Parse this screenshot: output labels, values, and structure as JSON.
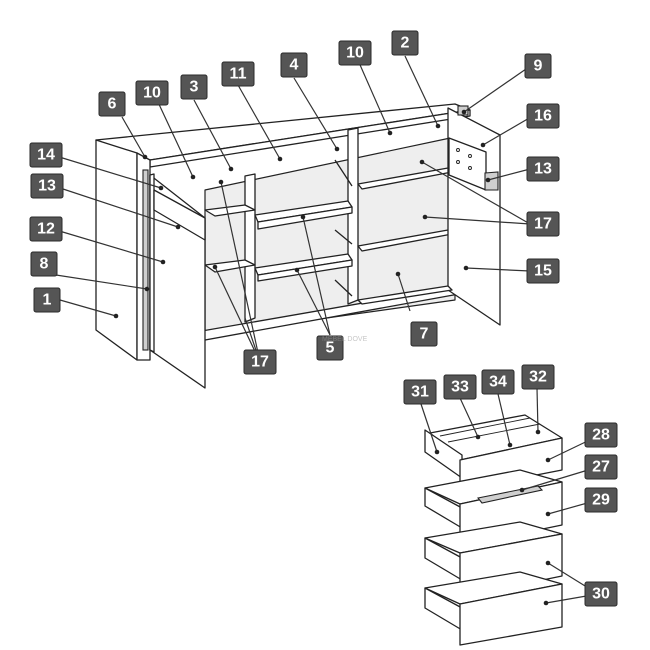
{
  "callouts": {
    "c1": "1",
    "c2": "2",
    "c3": "3",
    "c4": "4",
    "c5": "5",
    "c6": "6",
    "c7": "7",
    "c8": "8",
    "c9": "9",
    "c10a": "10",
    "c10b": "10",
    "c11": "11",
    "c12": "12",
    "c13a": "13",
    "c13b": "13",
    "c14": "14",
    "c15": "15",
    "c16": "16",
    "c17a": "17",
    "c17b": "17",
    "c27": "27",
    "c28": "28",
    "c29": "29",
    "c30": "30",
    "c31": "31",
    "c32": "32",
    "c33": "33",
    "c34": "34"
  },
  "watermark": "MEBEL DOVE",
  "colors": {
    "callout_fill": "#555555",
    "callout_text": "#ffffff",
    "line": "#222222"
  }
}
